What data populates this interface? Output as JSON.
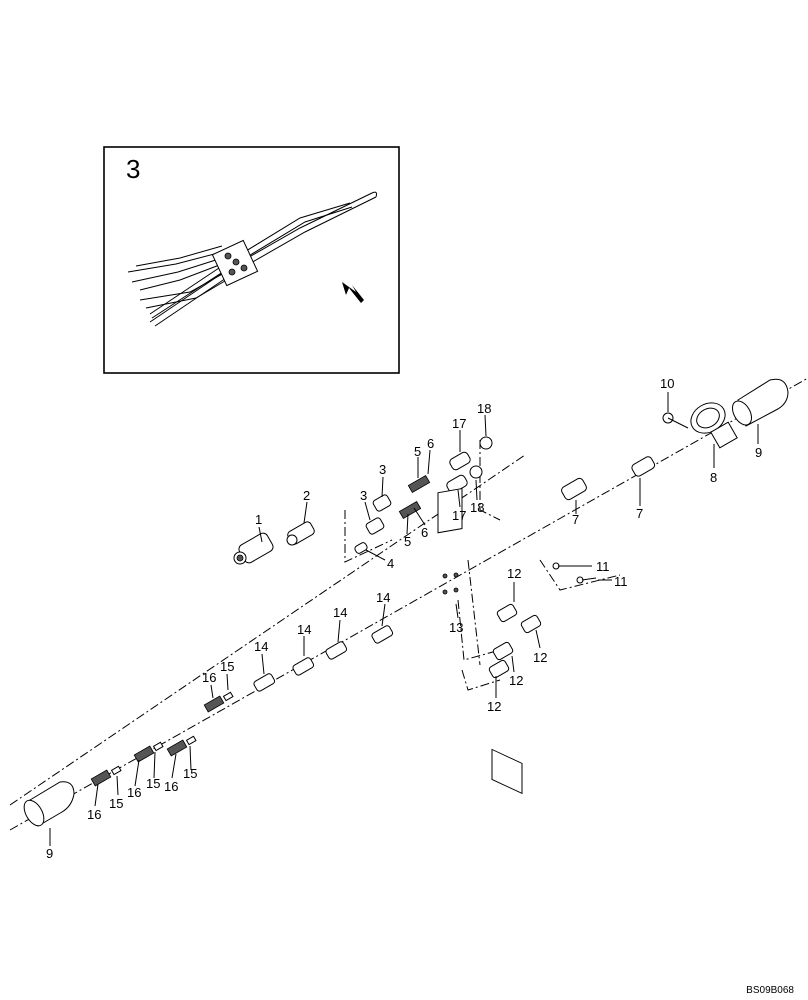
{
  "inset": {
    "label": "3"
  },
  "diagram_code": "BS09B068",
  "callouts": [
    {
      "key": "c1",
      "text": "1"
    },
    {
      "key": "c2",
      "text": "2"
    },
    {
      "key": "c3a",
      "text": "3"
    },
    {
      "key": "c3b",
      "text": "3"
    },
    {
      "key": "c4",
      "text": "4"
    },
    {
      "key": "c5a",
      "text": "5"
    },
    {
      "key": "c5b",
      "text": "5"
    },
    {
      "key": "c6a",
      "text": "6"
    },
    {
      "key": "c6b",
      "text": "6"
    },
    {
      "key": "c7a",
      "text": "7"
    },
    {
      "key": "c7b",
      "text": "7"
    },
    {
      "key": "c8",
      "text": "8"
    },
    {
      "key": "c9a",
      "text": "9"
    },
    {
      "key": "c9b",
      "text": "9"
    },
    {
      "key": "c10",
      "text": "10"
    },
    {
      "key": "c11a",
      "text": "11"
    },
    {
      "key": "c11b",
      "text": "11"
    },
    {
      "key": "c12a",
      "text": "12"
    },
    {
      "key": "c12b",
      "text": "12"
    },
    {
      "key": "c12c",
      "text": "12"
    },
    {
      "key": "c12d",
      "text": "12"
    },
    {
      "key": "c13",
      "text": "13"
    },
    {
      "key": "c14a",
      "text": "14"
    },
    {
      "key": "c14b",
      "text": "14"
    },
    {
      "key": "c14c",
      "text": "14"
    },
    {
      "key": "c14d",
      "text": "14"
    },
    {
      "key": "c15a",
      "text": "15"
    },
    {
      "key": "c15b",
      "text": "15"
    },
    {
      "key": "c15c",
      "text": "15"
    },
    {
      "key": "c15d",
      "text": "15"
    },
    {
      "key": "c16a",
      "text": "16"
    },
    {
      "key": "c16b",
      "text": "16"
    },
    {
      "key": "c16c",
      "text": "16"
    },
    {
      "key": "c16d",
      "text": "16"
    },
    {
      "key": "c17a",
      "text": "17"
    },
    {
      "key": "c17b",
      "text": "17"
    },
    {
      "key": "c18a",
      "text": "18"
    },
    {
      "key": "c18b",
      "text": "18"
    }
  ]
}
